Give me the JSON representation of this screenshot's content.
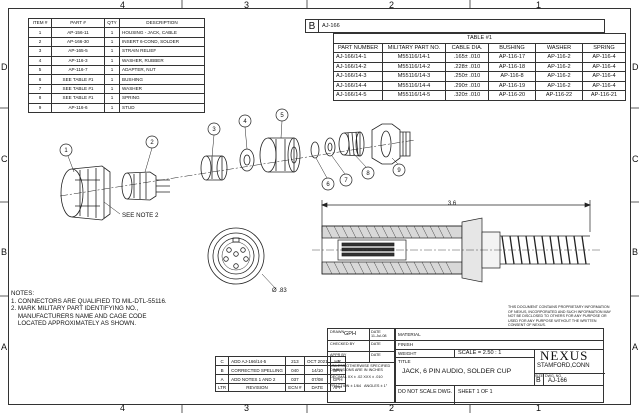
{
  "zones": {
    "columns": [
      "4",
      "3",
      "2",
      "1"
    ],
    "rows": [
      "D",
      "C",
      "B",
      "A"
    ]
  },
  "bom": {
    "headers": [
      "ITEM #",
      "PART #",
      "QTY",
      "DESCRIPTION"
    ],
    "rows": [
      [
        "1",
        "AP-156-11",
        "1",
        "HOUSING - JACK, CABLE"
      ],
      [
        "2",
        "AP-166-30",
        "1",
        "INSERT 6-COND, SOLDER"
      ],
      [
        "3",
        "AP-165-5",
        "1",
        "STRAIN RELIEF"
      ],
      [
        "4",
        "AP-116-3",
        "1",
        "WASHER, RUBBER"
      ],
      [
        "5",
        "AP-116-7",
        "1",
        "ADAPTER, NUT"
      ],
      [
        "6",
        "SEE TABLE #1",
        "1",
        "BUSHING"
      ],
      [
        "7",
        "SEE TABLE #1",
        "1",
        "WASHER"
      ],
      [
        "8",
        "SEE TABLE #1",
        "1",
        "SPRING"
      ],
      [
        "9",
        "AP-116-6",
        "1",
        "STUD"
      ]
    ]
  },
  "header_box": {
    "letter": "B",
    "number": "AJ-166"
  },
  "table1": {
    "title": "TABLE #1",
    "headers": [
      "PART NUMBER",
      "MILITARY PART NO.",
      "CABLE DIA.",
      "BUSHING",
      "WASHER",
      "SPRING"
    ],
    "rows": [
      [
        "AJ-166/14-1",
        "M55116/14-1",
        ".165± .010",
        "AP-116-17",
        "AP-116-2",
        "AP-116-4"
      ],
      [
        "AJ-166/14-2",
        "M55116/14-2",
        ".228± .010",
        "AP-116-18",
        "AP-116-2",
        "AP-116-4"
      ],
      [
        "AJ-166/14-3",
        "M55116/14-3",
        ".250± .010",
        "AP-116-8",
        "AP-116-2",
        "AP-116-4"
      ],
      [
        "AJ-166/14-4",
        "M55116/14-4",
        ".290± .010",
        "AP-116-19",
        "AP-116-2",
        "AP-116-4"
      ],
      [
        "AJ-166/14-5",
        "M55116/14-5",
        ".320± .010",
        "AP-116-20",
        "AP-116-22",
        "AP-116-21"
      ]
    ]
  },
  "balloons": [
    "1",
    "2",
    "3",
    "4",
    "5",
    "6",
    "7",
    "8",
    "9"
  ],
  "see_note": "SEE NOTE 2",
  "dim_length": "3.6",
  "dim_dia": "Ø .83",
  "notes": {
    "title": "NOTES:",
    "lines": [
      "1. CONNECTORS ARE QUALIFIED TO MIL-DTL-55116.",
      "2. MARK MILITARY PART IDENTIFYING NO.,",
      "    MANUFACTURERS NAME AND CAGE CODE",
      "    LOCATED APPROXIMATELY AS SHOWN."
    ]
  },
  "proprietary": "THIS DOCUMENT CONTAINS PROPRIETARY INFORMATION OF NEXUS, INCORPORATED AND SUCH INFORMATION MAY NOT BE DISCLOSED TO OTHERS FOR ANY PURPOSE OR USED FOR ANY PURPOSE WITHOUT THE WRITTEN CONSENT OF NEXUS.",
  "revisions": {
    "rows": [
      [
        "C",
        "ADD AJ-166/14-5",
        "213",
        "OCT 2021",
        "HR"
      ],
      [
        "B",
        "CORRECTED SPELLING",
        "040",
        "14/10",
        "GPH"
      ],
      [
        "A",
        "ADD NOTES 1 AND 2",
        "037",
        "07/08",
        "GPH"
      ]
    ],
    "headers": [
      "LTR",
      "REVISION",
      "ECN #",
      "DATE",
      "APP"
    ]
  },
  "title_block": {
    "drawn_label": "DRAWN",
    "drawn_by": "GPH",
    "date_label": "DATE",
    "date": "11-Jul-08",
    "checked_label": "CHECKED BY",
    "approved_label": "APPR BY",
    "tolerances": "UNLESS OTHERWISE SPECIFIED DIMENSIONS ARE IN INCHES",
    "decimal": "DECIMAL XX ± .02  XXX ± .010",
    "fraction": "FRACTION ± 1/64",
    "angle": "ANGLES ± 1°",
    "material_label": "MATERIAL",
    "finish_label": "FINISH",
    "weight_label": "WEIGHT",
    "scale_label": "SCALE = 2.50 : 1",
    "title_label": "TITLE",
    "title": "JACK, 6 PIN AUDIO, SOLDER CUP",
    "company": "NEXUS",
    "city": "STAMFORD,CONN",
    "size_label": "SIZE",
    "size": "B",
    "dwg_label": "DWG. NO.",
    "dwg": "AJ-166",
    "no_scale": "DO NOT SCALE DWG.",
    "sheet": "SHEET 1 OF 1"
  }
}
